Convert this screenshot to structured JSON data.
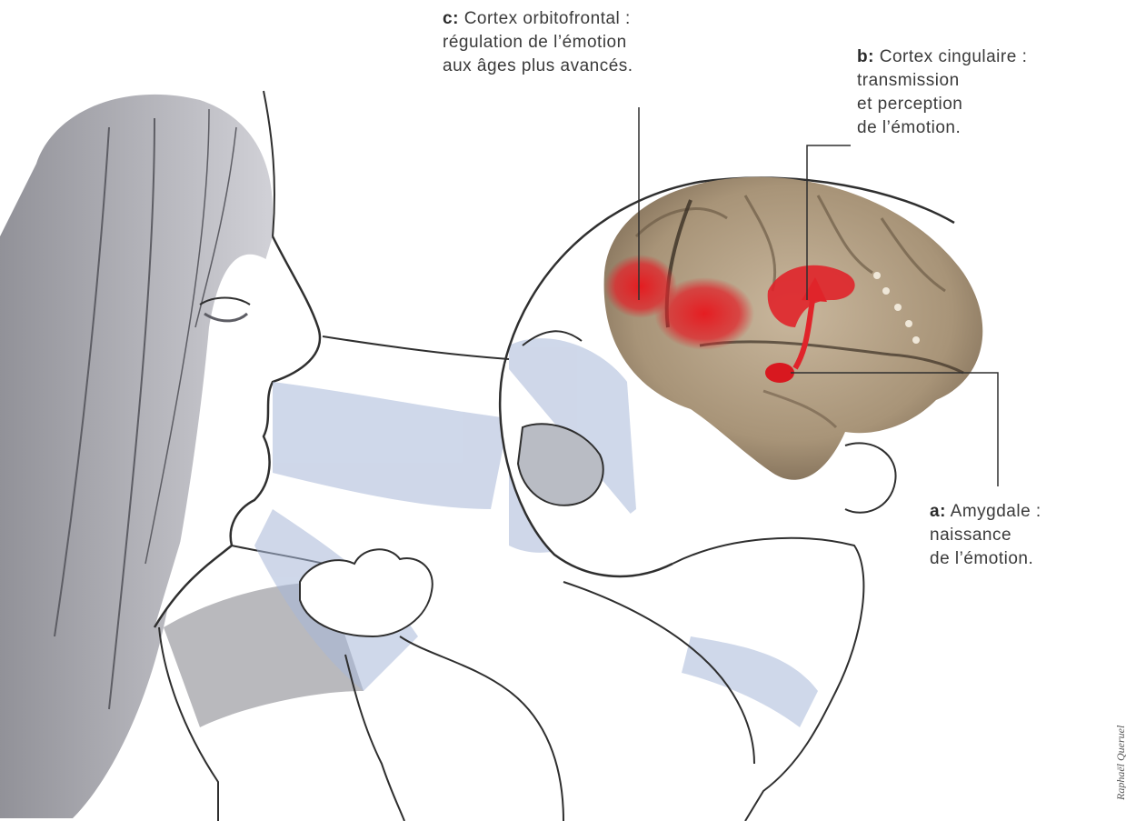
{
  "labels": {
    "c": {
      "key": "c:",
      "lines": [
        "Cortex orbitofrontal :",
        "régulation de l’émotion",
        "aux âges plus avancés."
      ]
    },
    "b": {
      "key": "b:",
      "lines": [
        "Cortex cingulaire :",
        "transmission",
        "et perception",
        "de l’émotion."
      ]
    },
    "a": {
      "key": "a:",
      "lines": [
        "Amygdale :",
        "naissance",
        "de l’émotion."
      ]
    }
  },
  "credit": "Raphaël Queruel",
  "colors": {
    "highlight": "#e0242a",
    "brain": "#b7a58c",
    "skin_shadow": "#a8b8d8",
    "hair": "#8f8f95",
    "line": "#2f2f2f"
  }
}
